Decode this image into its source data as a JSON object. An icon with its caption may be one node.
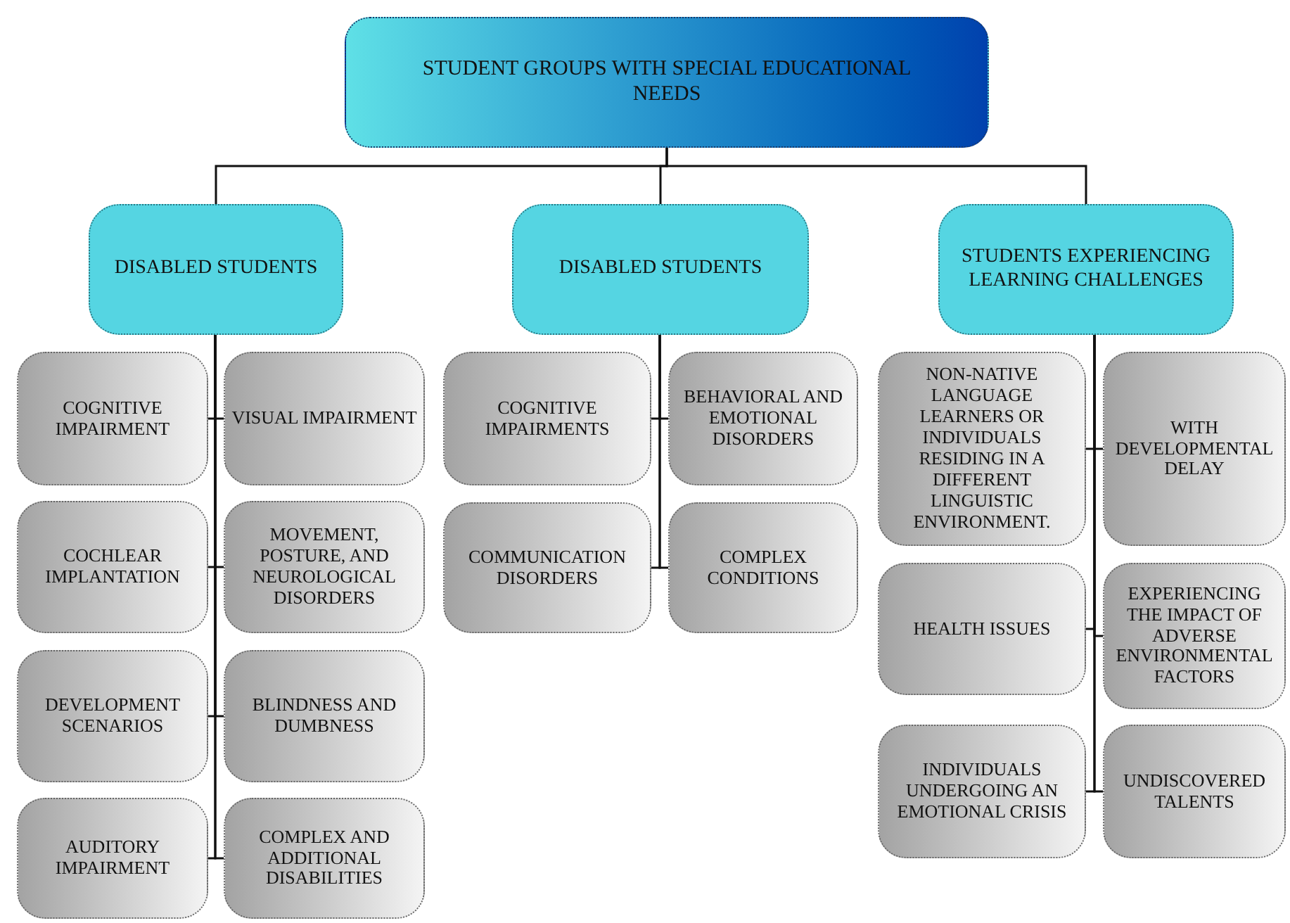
{
  "diagram": {
    "nodes": [
      {
        "text": [
          "STUDENT GROUPS WITH SPECIAL EDUCATIONAL NEEDS"
        ]
      },
      {
        "text": [
          "DISABLED STUDENTS"
        ]
      },
      {
        "text": [
          "DISABLED STUDENTS"
        ]
      },
      {
        "text": [
          "STUDENTS EXPERIENCING LEARNING CHALLENGES"
        ]
      },
      {
        "text": [
          "COGNITIVE IMPAIRMENT"
        ]
      },
      {
        "text": [
          "VISUAL IMPAIRMENT"
        ]
      },
      {
        "text": [
          "COCHLEAR IMPLANTATION"
        ]
      },
      {
        "text": [
          "MOVEMENT, POSTURE, AND NEUROLOGICAL DISORDERS"
        ]
      },
      {
        "text": [
          "DEVELOPMENT SCENARIOS"
        ]
      },
      {
        "text": [
          "BLINDNESS AND DUMBNESS"
        ]
      },
      {
        "text": [
          "AUDITORY IMPAIRMENT"
        ]
      },
      {
        "text": [
          "COMPLEX AND ADDITIONAL DISABILITIES"
        ]
      },
      {
        "text": [
          "COGNITIVE IMPAIRMENTS"
        ]
      },
      {
        "text": [
          "BEHAVIORAL AND EMOTIONAL DISORDERS"
        ]
      },
      {
        "text": [
          "COMMUNICATION DISORDERS"
        ]
      },
      {
        "text": [
          "COMPLEX CONDITIONS"
        ]
      },
      {
        "text": [
          "NON-NATIVE LANGUAGE LEARNERS OR INDIVIDUALS RESIDING IN A DIFFERENT LINGUISTIC ENVIRONMENT."
        ]
      },
      {
        "text": [
          "WITH DEVELOPMENTAL DELAY"
        ]
      },
      {
        "text": [
          "HEALTH ISSUES"
        ]
      },
      {
        "text": [
          "EXPERIENCING THE IMPACT OF ADVERSE ENVIRONMENTAL FACTORS"
        ]
      },
      {
        "text": [
          "INDIVIDUALS UNDERGOING AN EMOTIONAL CRISIS"
        ]
      },
      {
        "text": [
          "UNDISCOVERED TALENTS"
        ]
      }
    ],
    "edges": [
      {
        "from": 0,
        "to": 1,
        "arrow": "none"
      },
      {
        "from": 0,
        "to": 2,
        "arrow": "none"
      },
      {
        "from": 0,
        "to": 3,
        "arrow": "none"
      },
      {
        "from": 1,
        "to": 4,
        "arrow": "none"
      },
      {
        "from": 1,
        "to": 5,
        "arrow": "none"
      },
      {
        "from": 1,
        "to": 6,
        "arrow": "none"
      },
      {
        "from": 1,
        "to": 7,
        "arrow": "none"
      },
      {
        "from": 1,
        "to": 8,
        "arrow": "none"
      },
      {
        "from": 1,
        "to": 9,
        "arrow": "none"
      },
      {
        "from": 1,
        "to": 10,
        "arrow": "none"
      },
      {
        "from": 1,
        "to": 11,
        "arrow": "none"
      },
      {
        "from": 2,
        "to": 12,
        "arrow": "none"
      },
      {
        "from": 2,
        "to": 13,
        "arrow": "none"
      },
      {
        "from": 2,
        "to": 14,
        "arrow": "none"
      },
      {
        "from": 2,
        "to": 15,
        "arrow": "none"
      },
      {
        "from": 3,
        "to": 16,
        "arrow": "none"
      },
      {
        "from": 3,
        "to": 17,
        "arrow": "none"
      },
      {
        "from": 3,
        "to": 18,
        "arrow": "none"
      },
      {
        "from": 3,
        "to": 19,
        "arrow": "none"
      },
      {
        "from": 3,
        "to": 20,
        "arrow": "none"
      },
      {
        "from": 3,
        "to": 21,
        "arrow": "none"
      }
    ]
  }
}
